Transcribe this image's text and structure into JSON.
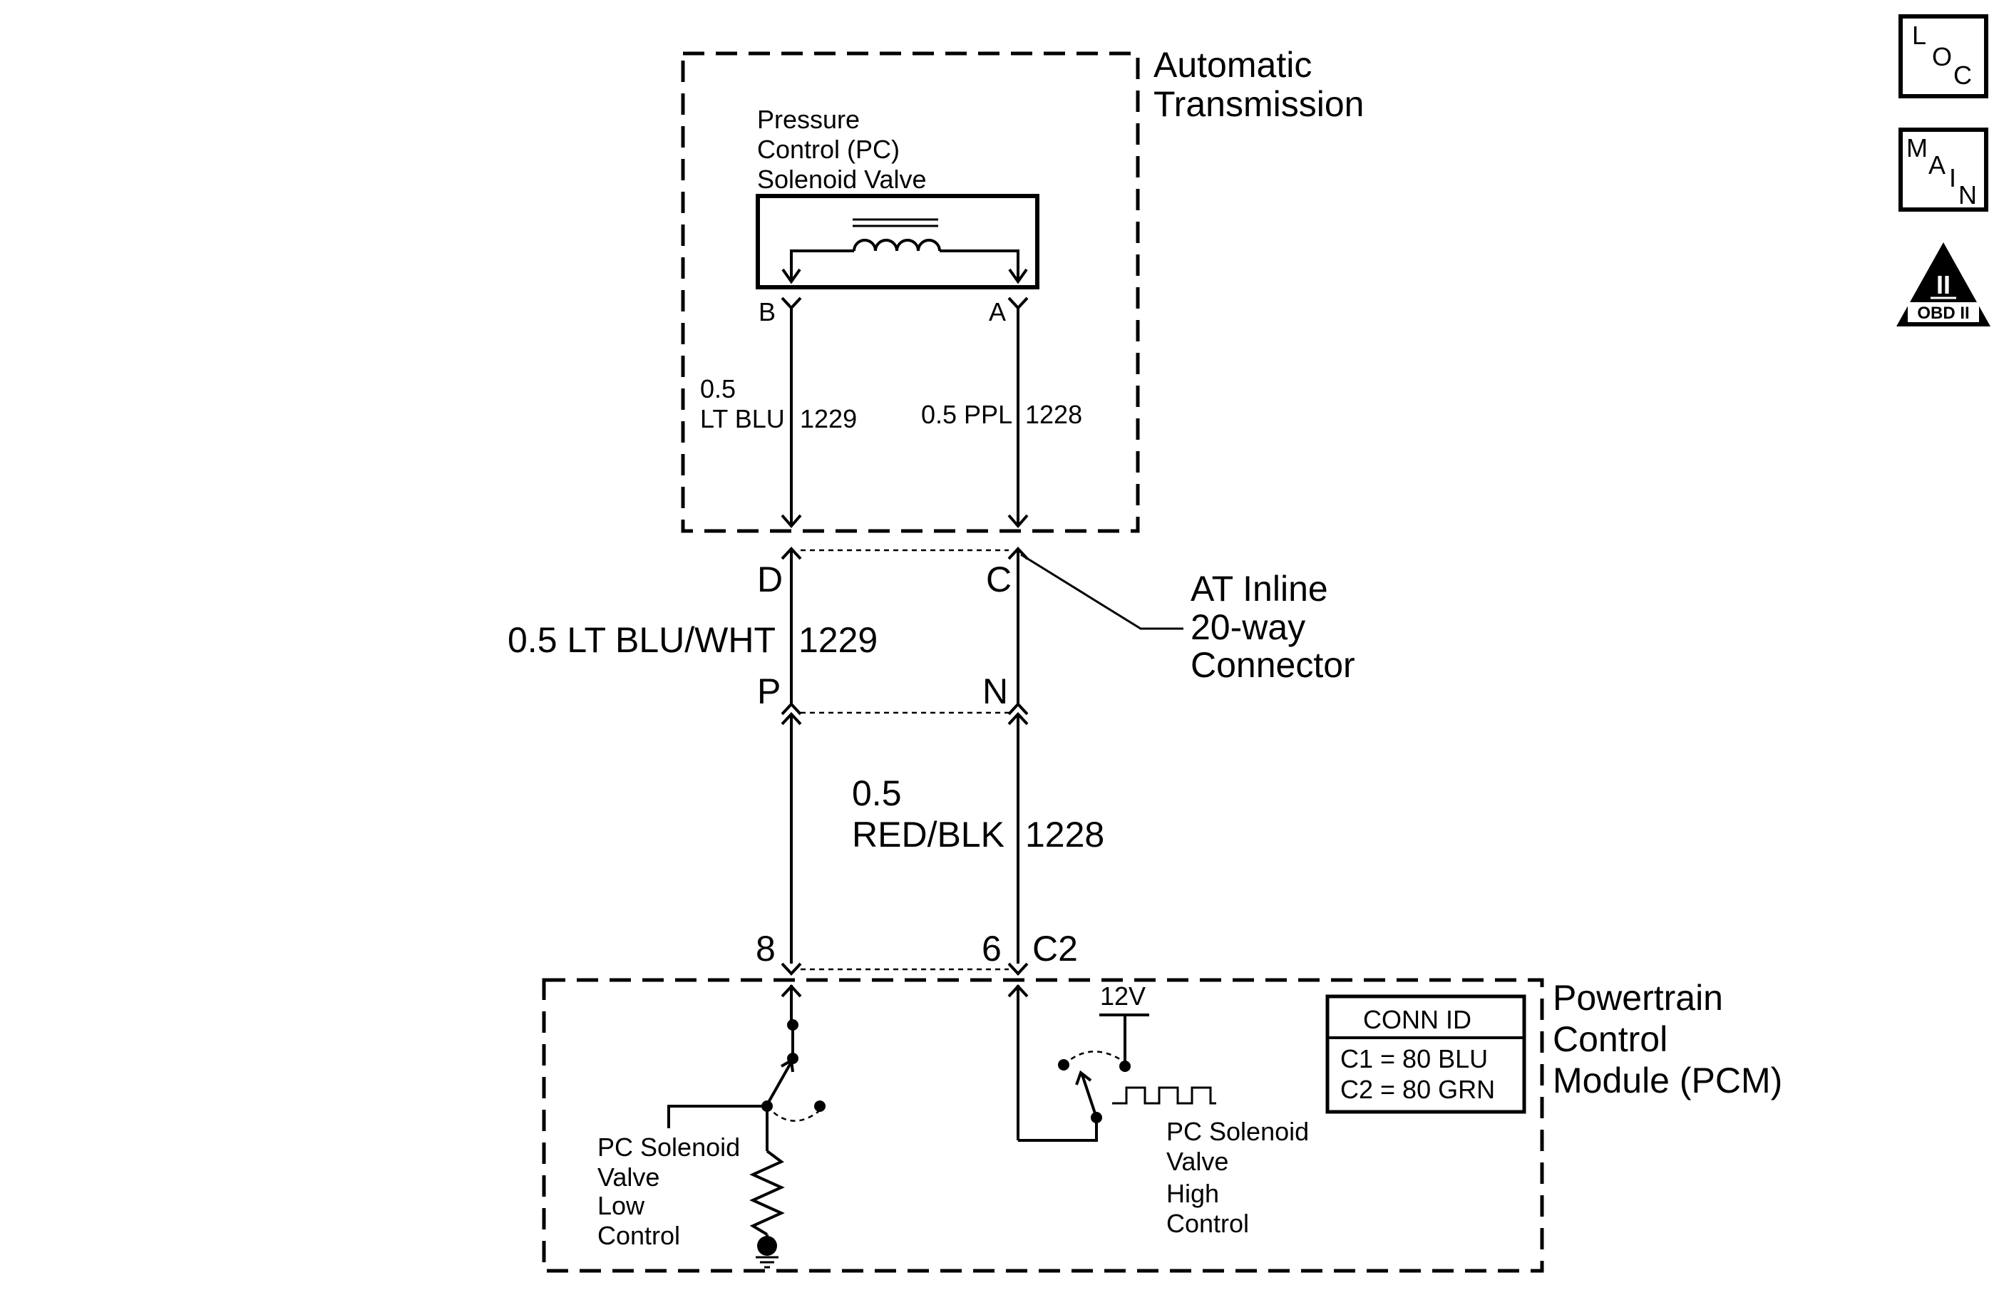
{
  "transmission": {
    "title_line1": "Automatic",
    "title_line2": "Transmission",
    "solenoid_line1": "Pressure",
    "solenoid_line2": "Control (PC)",
    "solenoid_line3": "Solenoid Valve",
    "pin_b": "B",
    "pin_a": "A",
    "wire_left_gauge": "0.5",
    "wire_left_color": "LT BLU",
    "wire_left_circuit": "1229",
    "wire_right_label": "0.5 PPL",
    "wire_right_circuit": "1228"
  },
  "inline_connector": {
    "pin_d": "D",
    "pin_c": "C",
    "pin_p": "P",
    "pin_n": "N",
    "label_line1": "AT Inline",
    "label_line2": "20-way",
    "label_line3": "Connector",
    "wire_left_label": "0.5 LT BLU/WHT",
    "wire_left_circuit": "1229"
  },
  "harness": {
    "wire_right_gauge": "0.5",
    "wire_right_color": "RED/BLK",
    "wire_right_circuit": "1228"
  },
  "pcm": {
    "title_line1": "Powertrain",
    "title_line2": "Control",
    "title_line3": "Module (PCM)",
    "pin_8": "8",
    "pin_6": "6",
    "connector": "C2",
    "supply_label": "12V",
    "low_line1": "PC Solenoid",
    "low_line2": "Valve",
    "low_line3": "Low",
    "low_line4": "Control",
    "high_line1": "PC Solenoid",
    "high_line2": "Valve",
    "high_line3": "High",
    "high_line4": "Control",
    "conn_id_title": "CONN ID",
    "conn_id_c1": "C1 = 80 BLU",
    "conn_id_c2": "C2 = 80 GRN"
  },
  "icons": {
    "loc_letters": [
      "L",
      "O",
      "C"
    ],
    "main_letters": [
      "M",
      "A",
      "I",
      "N"
    ],
    "obd_numeral": "II",
    "obd_label": "OBD II"
  }
}
